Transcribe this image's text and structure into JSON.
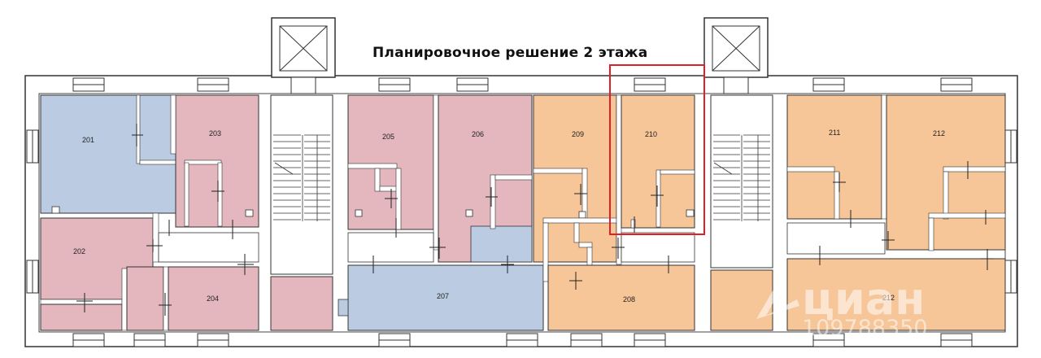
{
  "title": "Планировочное решение 2 этажа",
  "colors": {
    "office_blue": "#bacbe2",
    "office_pink": "#e3b7bd",
    "office_orange": "#f6c598",
    "stair_pink": "#e3b7bd",
    "highlight_red": "#e01f26"
  },
  "rooms": {
    "r201": "201",
    "r202": "202",
    "r203": "203",
    "r204": "204",
    "r205": "205",
    "r206": "206",
    "r207": "207",
    "r208": "208",
    "r209": "209",
    "r210": "210",
    "r211": "211",
    "r212a": "212",
    "r212b": "212"
  },
  "highlighted_room": "210",
  "watermark": {
    "brand": "циан",
    "listing_id": "109788350"
  }
}
